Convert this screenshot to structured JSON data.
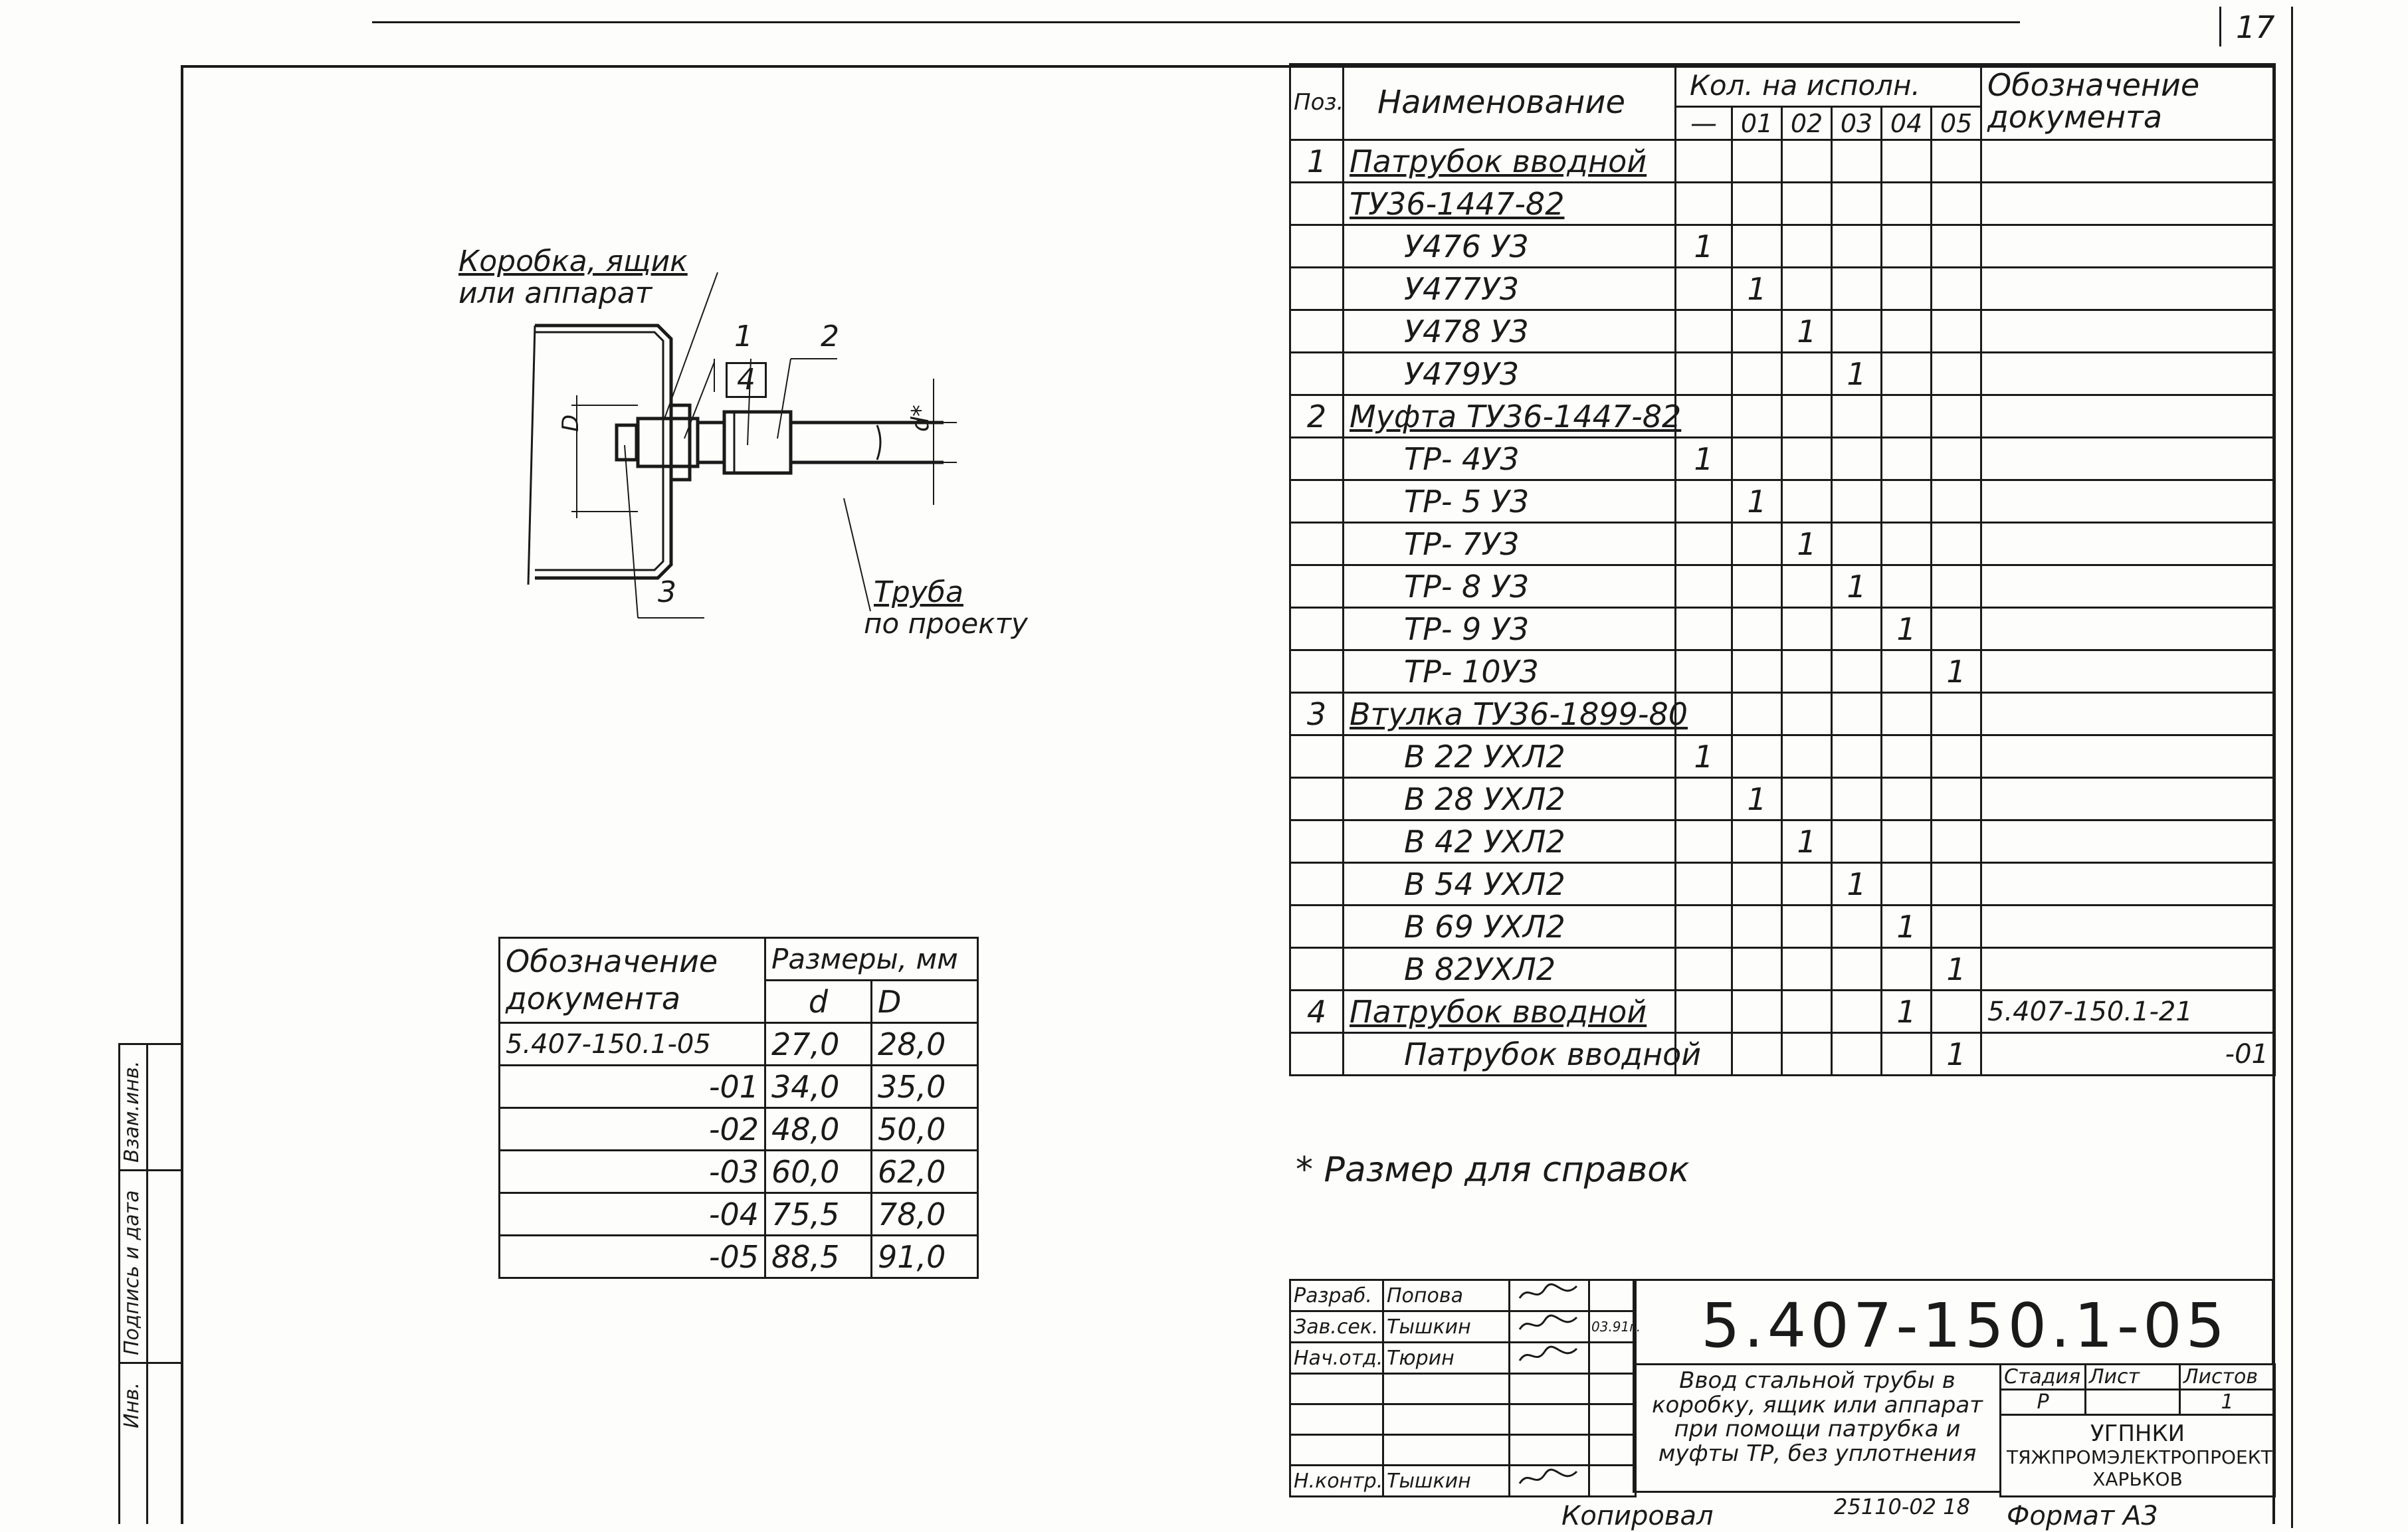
{
  "sheet_number": "17",
  "drawing": {
    "label_box": "Коробка, ящик",
    "label_box2": "или аппарат",
    "label_pipe": "Труба",
    "label_pipe2": "по проекту",
    "callouts": [
      "1",
      "2",
      "3",
      "4"
    ],
    "dim_D": "D",
    "dim_d": "d*"
  },
  "spec_table": {
    "headers": {
      "pos": "Поз.",
      "name": "Наименование",
      "qty": "Кол. на исполн.",
      "variants": [
        "—",
        "01",
        "02",
        "03",
        "04",
        "05"
      ],
      "doc": "Обозначение документа"
    },
    "rows": [
      {
        "pos": "1",
        "name": "Патрубок вводной",
        "q": [
          "",
          "",
          "",
          "",
          "",
          ""
        ],
        "doc": ""
      },
      {
        "pos": "",
        "name": "ТУ36-1447-82",
        "q": [
          "",
          "",
          "",
          "",
          "",
          ""
        ],
        "doc": ""
      },
      {
        "pos": "",
        "name": "У476 У3",
        "q": [
          "1",
          "",
          "",
          "",
          "",
          ""
        ],
        "doc": ""
      },
      {
        "pos": "",
        "name": "У477У3",
        "q": [
          "",
          "1",
          "",
          "",
          "",
          ""
        ],
        "doc": ""
      },
      {
        "pos": "",
        "name": "У478 У3",
        "q": [
          "",
          "",
          "1",
          "",
          "",
          ""
        ],
        "doc": ""
      },
      {
        "pos": "",
        "name": "У479У3",
        "q": [
          "",
          "",
          "",
          "1",
          "",
          ""
        ],
        "doc": ""
      },
      {
        "pos": "2",
        "name": "Муфта ТУ36-1447-82",
        "q": [
          "",
          "",
          "",
          "",
          "",
          ""
        ],
        "doc": ""
      },
      {
        "pos": "",
        "name": "ТР- 4У3",
        "q": [
          "1",
          "",
          "",
          "",
          "",
          ""
        ],
        "doc": ""
      },
      {
        "pos": "",
        "name": "ТР- 5 У3",
        "q": [
          "",
          "1",
          "",
          "",
          "",
          ""
        ],
        "doc": ""
      },
      {
        "pos": "",
        "name": "ТР- 7У3",
        "q": [
          "",
          "",
          "1",
          "",
          "",
          ""
        ],
        "doc": ""
      },
      {
        "pos": "",
        "name": "ТР- 8 У3",
        "q": [
          "",
          "",
          "",
          "1",
          "",
          ""
        ],
        "doc": ""
      },
      {
        "pos": "",
        "name": "ТР- 9 У3",
        "q": [
          "",
          "",
          "",
          "",
          "1",
          ""
        ],
        "doc": ""
      },
      {
        "pos": "",
        "name": "ТР- 10У3",
        "q": [
          "",
          "",
          "",
          "",
          "",
          "1"
        ],
        "doc": ""
      },
      {
        "pos": "3",
        "name": "Втулка ТУ36-1899-80",
        "q": [
          "",
          "",
          "",
          "",
          "",
          ""
        ],
        "doc": ""
      },
      {
        "pos": "",
        "name": "В 22 УХЛ2",
        "q": [
          "1",
          "",
          "",
          "",
          "",
          ""
        ],
        "doc": ""
      },
      {
        "pos": "",
        "name": "В 28 УХЛ2",
        "q": [
          "",
          "1",
          "",
          "",
          "",
          ""
        ],
        "doc": ""
      },
      {
        "pos": "",
        "name": "В 42 УХЛ2",
        "q": [
          "",
          "",
          "1",
          "",
          "",
          ""
        ],
        "doc": ""
      },
      {
        "pos": "",
        "name": "В 54 УХЛ2",
        "q": [
          "",
          "",
          "",
          "1",
          "",
          ""
        ],
        "doc": ""
      },
      {
        "pos": "",
        "name": "В 69 УХЛ2",
        "q": [
          "",
          "",
          "",
          "",
          "1",
          ""
        ],
        "doc": ""
      },
      {
        "pos": "",
        "name": "В 82УХЛ2",
        "q": [
          "",
          "",
          "",
          "",
          "",
          "1"
        ],
        "doc": ""
      },
      {
        "pos": "4",
        "name": "Патрубок вводной",
        "q": [
          "",
          "",
          "",
          "",
          "1",
          ""
        ],
        "doc": "5.407-150.1-21"
      },
      {
        "pos": "",
        "name": "Патрубок вводной",
        "q": [
          "",
          "",
          "",
          "",
          "",
          "1"
        ],
        "doc": "-01"
      }
    ]
  },
  "dims_table": {
    "header_doc": "Обозначение документа",
    "header_sizes": "Размеры, мм",
    "col_d": "d",
    "col_D": "D",
    "rows": [
      {
        "doc": "5.407-150.1-05",
        "d": "27,0",
        "D": "28,0"
      },
      {
        "doc": "-01",
        "d": "34,0",
        "D": "35,0"
      },
      {
        "doc": "-02",
        "d": "48,0",
        "D": "50,0"
      },
      {
        "doc": "-03",
        "d": "60,0",
        "D": "62,0"
      },
      {
        "doc": "-04",
        "d": "75,5",
        "D": "78,0"
      },
      {
        "doc": "-05",
        "d": "88,5",
        "D": "91,0"
      }
    ]
  },
  "note": "* Размер для справок",
  "title_block": {
    "code": "5.407-150.1-05",
    "title": "Ввод стальной трубы в коробку, ящик или аппарат при помощи патрубка и муфты ТР, без уплотнения",
    "roles": [
      "Разраб.",
      "Зав.сек.",
      "Нач.отд.",
      "",
      "",
      "",
      "Н.контр."
    ],
    "names": [
      "Попова",
      "Тышкин",
      "Тюрин",
      "",
      "",
      "",
      "Тышкин"
    ],
    "date": "03.91г.",
    "stage_label": "Стадия",
    "sheet_label": "Лист",
    "sheets_label": "Листов",
    "stage": "Р",
    "sheets": "1",
    "org1": "УГПНКИ",
    "org2": "ТЯЖПРОМЭЛЕКТРОПРОЕКТ",
    "org3": "ХАРЬКОВ"
  },
  "side_stamp": {
    "sig_date": "Подпись и дата",
    "inv": "Взам.инв.",
    "inv_no": "Инв."
  },
  "bottom": {
    "copied": "Копировал",
    "order": "25110-02  18",
    "format": "Формат А3"
  }
}
